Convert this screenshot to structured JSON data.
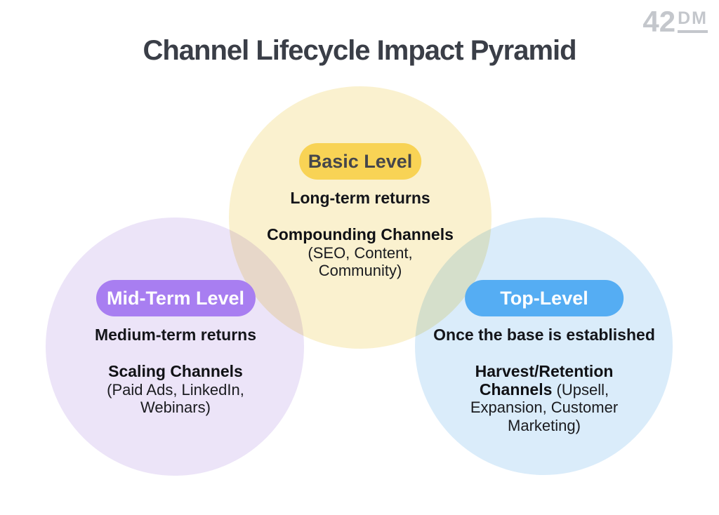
{
  "logo": {
    "large": "42",
    "small": "DM"
  },
  "title": "Channel Lifecycle Impact Pyramid",
  "colors": {
    "basic_circle": "#faf1cf",
    "mid_circle": "#ece4f8",
    "top_circle": "#daecfa",
    "basic_badge": "#f8d355",
    "mid_badge": "#a87ef1",
    "top_badge": "#55adf3",
    "title_text": "#3a3e47",
    "logo_gray": "#c4c7cc"
  },
  "basic": {
    "badge": "Basic Level",
    "subtitle": "Long-term returns",
    "channels_bold": "Compounding Channels",
    "channels_lines": [
      "(SEO, Content,",
      "Community)"
    ]
  },
  "mid": {
    "badge": "Mid-Term Level",
    "subtitle": "Medium-term returns",
    "channels_bold": "Scaling Channels",
    "channels_lines": [
      "(Paid Ads, LinkedIn,",
      "Webinars)"
    ]
  },
  "top": {
    "badge": "Top-Level",
    "subtitle": "Once the base is established",
    "channels_bold_line1": "Harvest/Retention",
    "channels_bold_line2": "Channels",
    "channels_regular_line2": " (Upsell,",
    "channels_lines": [
      "Expansion, Customer",
      "Marketing)"
    ]
  }
}
